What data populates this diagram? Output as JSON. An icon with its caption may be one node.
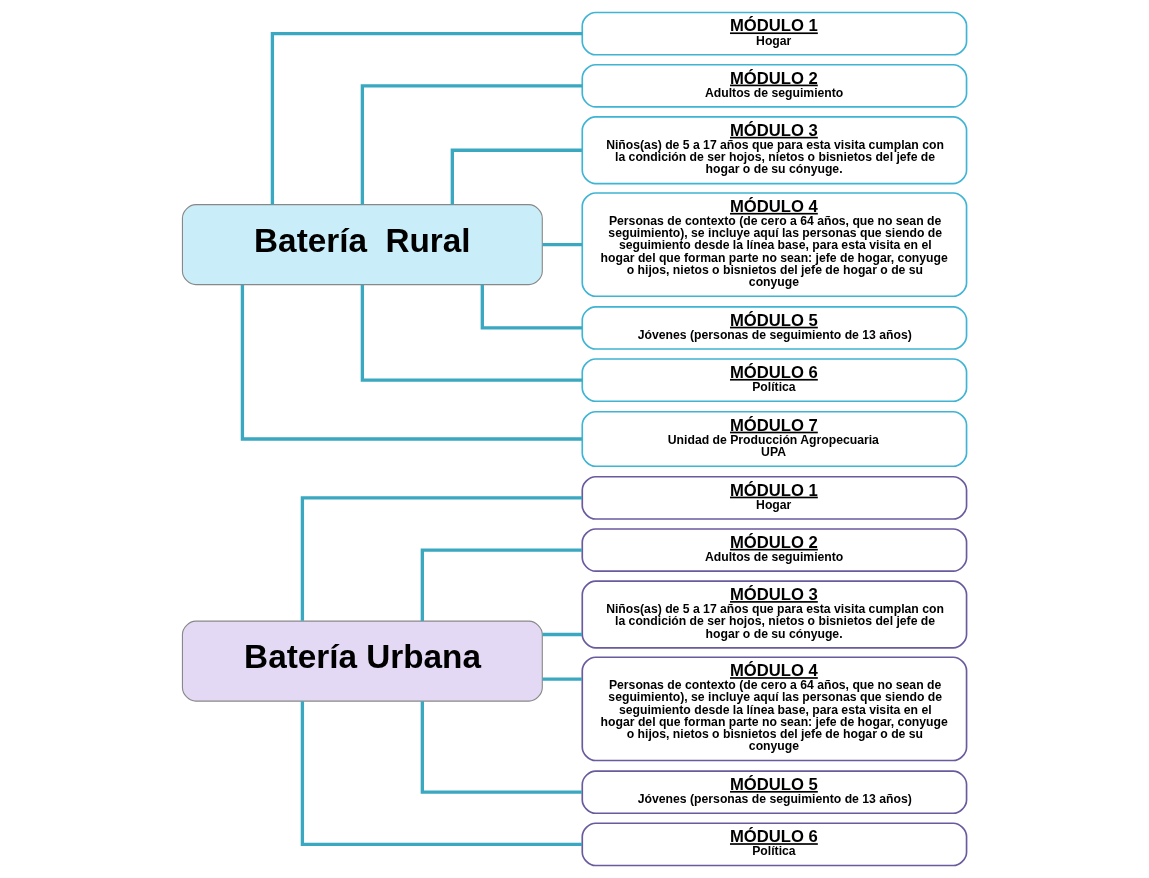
{
  "diagram": {
    "nodes": [
      {
        "text": [
          "Batería Urbana"
        ]
      },
      {
        "text": [
          "MÓDULO 1",
          "Hogar"
        ]
      },
      {
        "text": [
          "MÓDULO 2",
          "Adultos de seguimiento"
        ]
      },
      {
        "text": [
          "MÓDULO 3",
          "Niños(as) de 5 a 17 años que para esta visita cumplan con la condición de ser hojos, nietos o bisnietos del jefe de hogar o de su cónyuge."
        ]
      },
      {
        "text": [
          "MÓDULO 4",
          "Personas de contexto (de cero a 64 años, que no sean de seguimiento), se incluye aquí las personas que siendo de seguimiento desde la línea base, para esta visita en el hogar del que forman parte no sean: jefe de hogar, conyuge o hijos, nietos o bisnietos del jefe de hogar o de su conyuge"
        ]
      },
      {
        "text": [
          "MÓDULO 5",
          "Jóvenes (personas de seguimiento de 13 años)"
        ]
      },
      {
        "text": [
          "MÓDULO 6",
          "Política"
        ]
      },
      {
        "text": [
          "Batería  Rural"
        ]
      },
      {
        "text": [
          "MÓDULO 1",
          "Hogar"
        ]
      },
      {
        "text": [
          "MÓDULO 2",
          "Adultos de seguimiento"
        ]
      },
      {
        "text": [
          "MÓDULO 3",
          "Niños(as) de 5 a 17 años que para esta visita cumplan con la condición de ser hojos, nietos o bisnietos del jefe de hogar o de su cónyuge."
        ]
      },
      {
        "text": [
          "MÓDULO 4",
          "Personas de contexto (de cero a 64 años, que no sean de seguimiento), se incluye aquí las personas que siendo de seguimiento desde la línea base, para esta visita en el hogar del que forman parte no sean: jefe de hogar, conyuge o hijos, nietos o bisnietos del jefe de hogar o de su conyuge"
        ]
      },
      {
        "text": [
          "MÓDULO 5",
          "Jóvenes (personas de seguimiento de 13 años)"
        ]
      },
      {
        "text": [
          "MÓDULO 6",
          "Política"
        ]
      },
      {
        "text": [
          "MÓDULO 7",
          "Unidad de Producción Agropecuaria",
          "UPA"
        ]
      }
    ],
    "edges": [
      {
        "from": 0,
        "to": 1,
        "arrow": "none"
      },
      {
        "from": 0,
        "to": 2,
        "arrow": "none"
      },
      {
        "from": 0,
        "to": 3,
        "arrow": "none"
      },
      {
        "from": 0,
        "to": 4,
        "arrow": "none"
      },
      {
        "from": 0,
        "to": 5,
        "arrow": "none"
      },
      {
        "from": 0,
        "to": 6,
        "arrow": "none"
      },
      {
        "from": 7,
        "to": 8,
        "arrow": "none"
      },
      {
        "from": 7,
        "to": 9,
        "arrow": "none"
      },
      {
        "from": 7,
        "to": 10,
        "arrow": "none"
      },
      {
        "from": 7,
        "to": 11,
        "arrow": "none"
      },
      {
        "from": 7,
        "to": 12,
        "arrow": "none"
      },
      {
        "from": 7,
        "to": 13,
        "arrow": "none"
      },
      {
        "from": 7,
        "to": 14,
        "arrow": "none"
      }
    ]
  }
}
